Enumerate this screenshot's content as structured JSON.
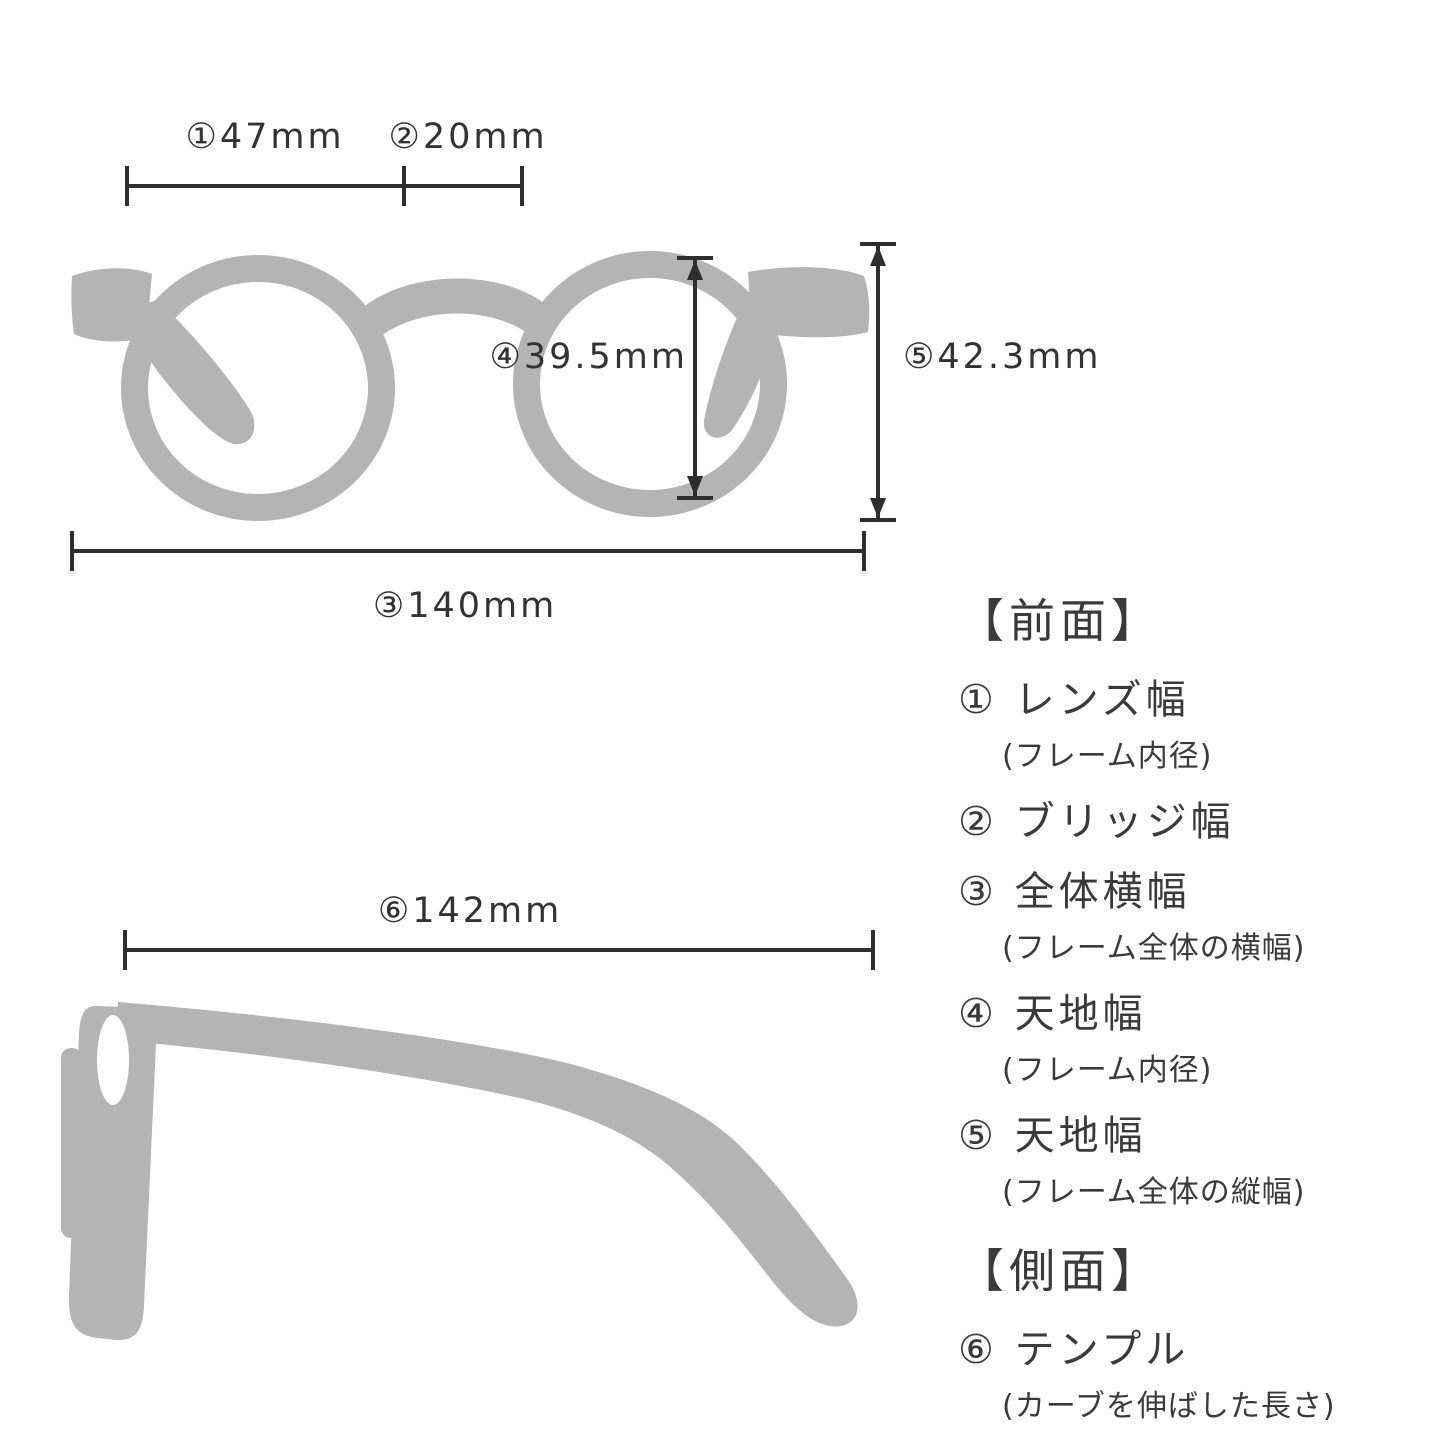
{
  "page": {
    "background": "#ffffff"
  },
  "colors": {
    "silhouette": "#b4b4b4",
    "line": "#2e2e2e",
    "text": "#333333"
  },
  "measurements": {
    "lens_width": "①47mm",
    "bridge_width": "②20mm",
    "total_width": "③140mm",
    "lens_height": "④39.5mm",
    "frame_height": "⑤42.3mm",
    "temple_length": "⑥142mm"
  },
  "legend": {
    "front": {
      "heading": "【前面】",
      "items": [
        {
          "label": "① レンズ幅",
          "note": "(フレーム内径)"
        },
        {
          "label": "② ブリッジ幅",
          "note": ""
        },
        {
          "label": "③ 全体横幅",
          "note": "(フレーム全体の横幅)"
        },
        {
          "label": "④ 天地幅",
          "note": "(フレーム内径)"
        },
        {
          "label": "⑤ 天地幅",
          "note": "(フレーム全体の縦幅)"
        }
      ]
    },
    "side": {
      "heading": "【側面】",
      "items": [
        {
          "label": "⑥ テンプル",
          "note": "(カーブを伸ばした長さ)"
        }
      ]
    }
  }
}
